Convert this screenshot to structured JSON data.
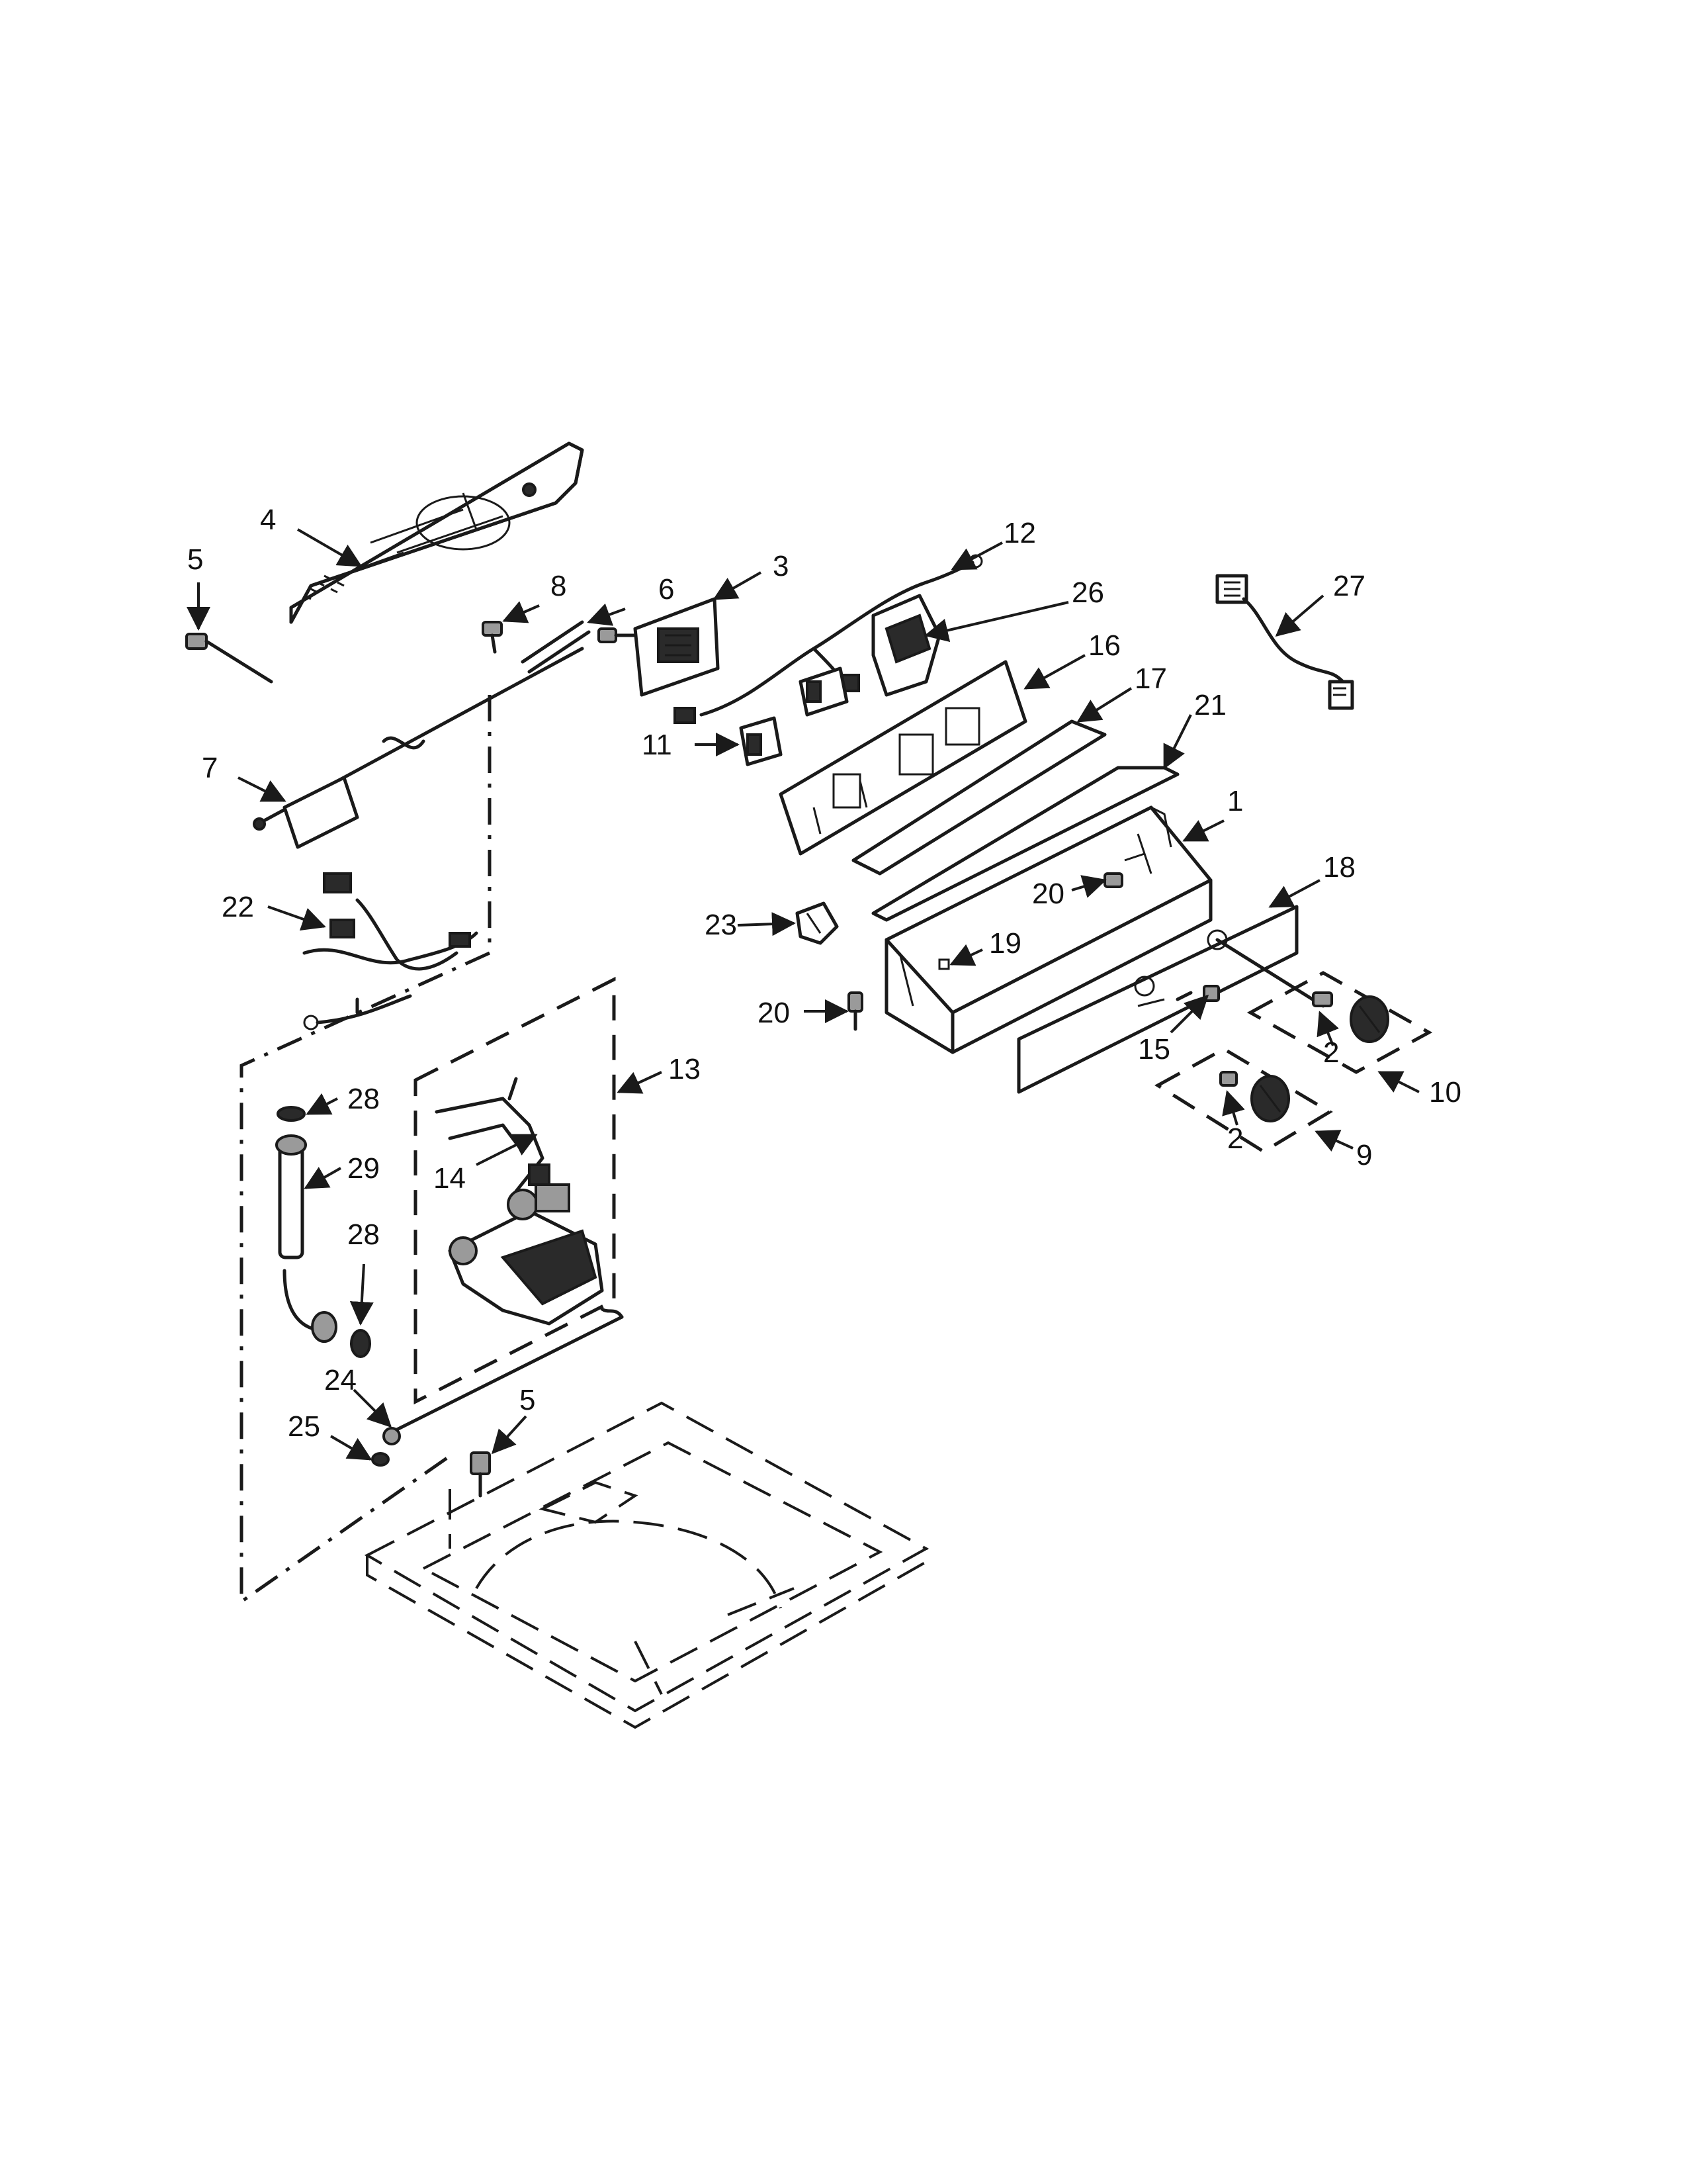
{
  "colors": {
    "ink": "#1a1a1a",
    "paper": "#ffffff"
  },
  "callouts": {
    "c1": "1",
    "c2a": "2",
    "c2b": "2",
    "c3": "3",
    "c4": "4",
    "c5a": "5",
    "c5b": "5",
    "c6": "6",
    "c7": "7",
    "c8": "8",
    "c9": "9",
    "c10": "10",
    "c11": "11",
    "c12": "12",
    "c13": "13",
    "c14": "14",
    "c15": "15",
    "c16": "16",
    "c17": "17",
    "c18": "18",
    "c19": "19",
    "c20a": "20",
    "c20b": "20",
    "c21": "21",
    "c22": "22",
    "c23": "23",
    "c24": "24",
    "c25": "25",
    "c26": "26",
    "c27": "27",
    "c28a": "28",
    "c28b": "28",
    "c29": "29"
  }
}
